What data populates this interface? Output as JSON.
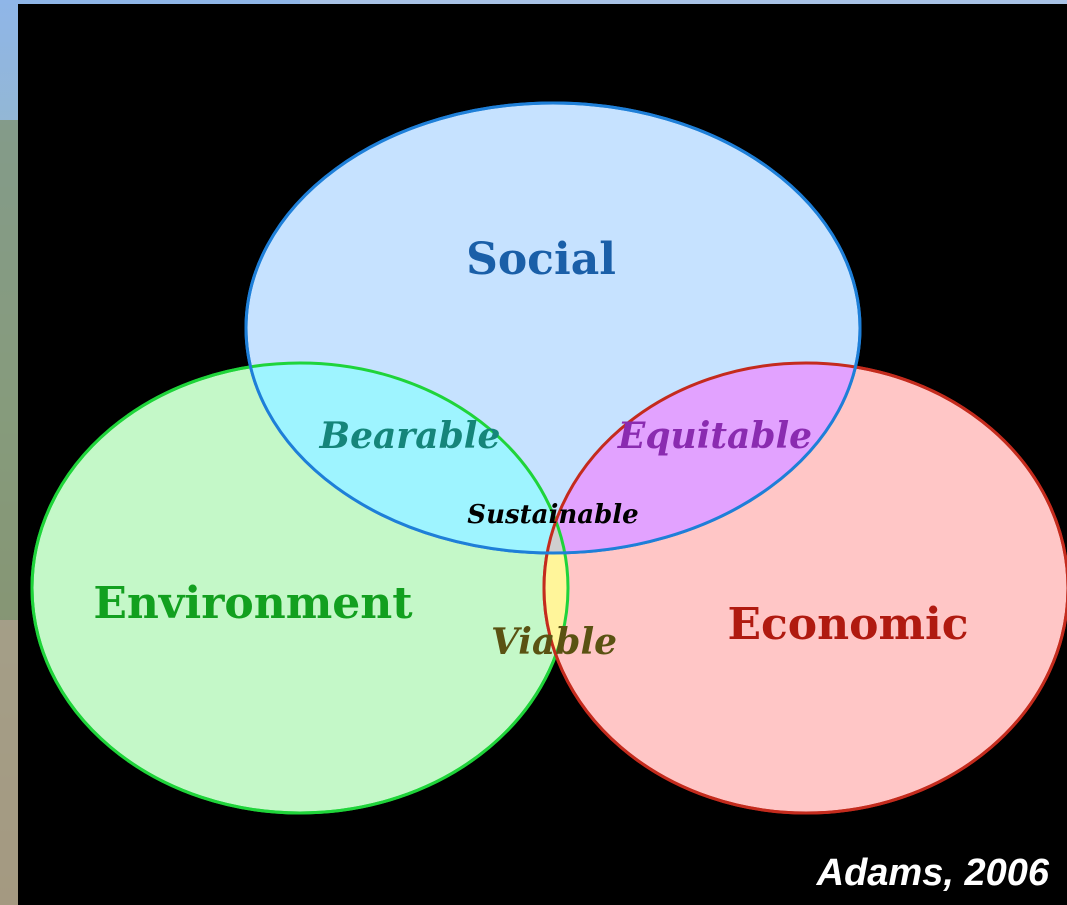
{
  "diagram": {
    "circles": {
      "social": {
        "label": "Social",
        "fill": "#c6e2ff",
        "stroke": "#1e7fd8",
        "text_color": "#1a5fa8"
      },
      "environment": {
        "label": "Environment",
        "fill": "#c4f8c8",
        "stroke": "#1fd43a",
        "text_color": "#12a01f"
      },
      "economic": {
        "label": "Economic",
        "fill": "#ffc6c6",
        "stroke": "#c42b1d",
        "text_color": "#b01a10"
      }
    },
    "overlaps": {
      "bearable": {
        "label": "Bearable",
        "fill": "#9ef4ff",
        "text_color": "#15857a"
      },
      "equitable": {
        "label": "Equitable",
        "fill": "#e2a2ff",
        "text_color": "#8a2bb0"
      },
      "viable": {
        "label": "Viable",
        "fill": "#fff59a",
        "text_color": "#5a5212"
      },
      "sustainable": {
        "label": "Sustainable",
        "fill": "#cfcfcf",
        "text_color": "#000000"
      }
    }
  },
  "citation": "Adams, 2006"
}
